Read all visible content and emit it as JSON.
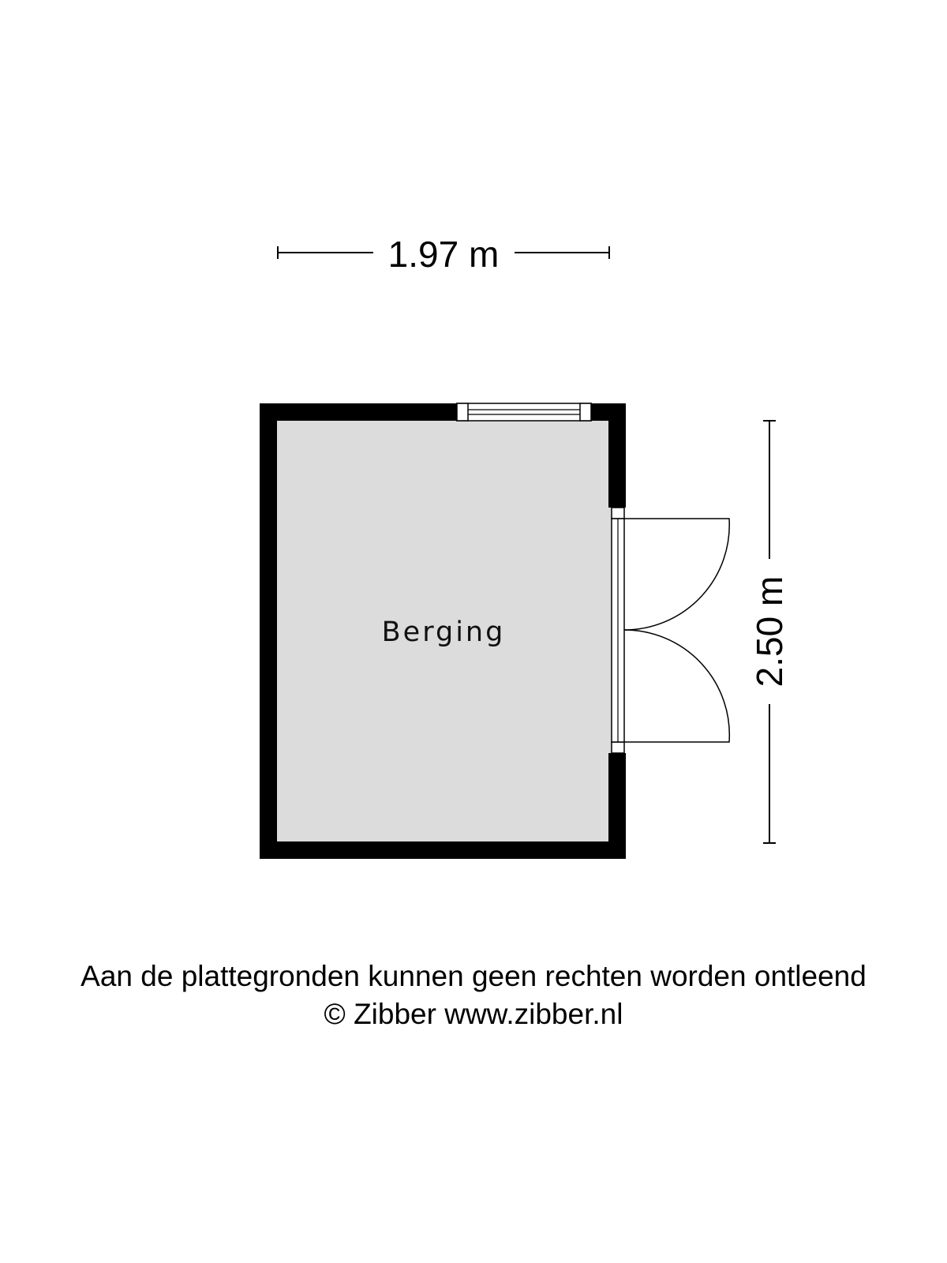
{
  "dimensions": {
    "width_label": "1.97 m",
    "height_label": "2.50 m"
  },
  "room": {
    "name": "Berging",
    "floor_color": "#dcdcdc",
    "wall_color": "#000000"
  },
  "footer": {
    "disclaimer": "Aan de plattegronden kunnen geen rechten worden ontleend",
    "copyright": "© Zibber www.zibber.nl"
  }
}
